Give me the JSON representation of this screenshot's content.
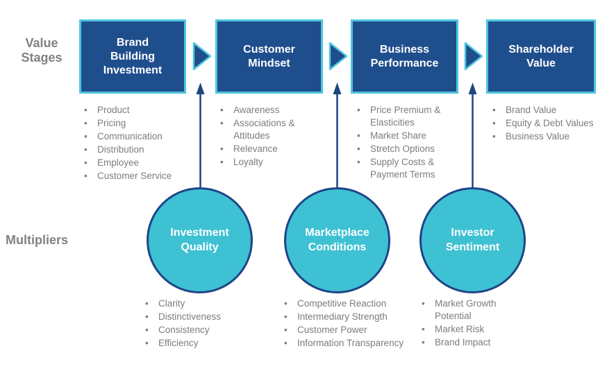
{
  "labels": {
    "value_stages": "Value Stages",
    "multipliers": "Multipliers"
  },
  "colors": {
    "stage_box_fill": "#1f4e8c",
    "stage_box_border": "#4ec5de",
    "flow_arrow_fill": "#1f4e8c",
    "flow_arrow_border": "#4ec5de",
    "up_arrow": "#1f4580",
    "circle_fill": "#3ec1d3",
    "circle_border": "#1c4587",
    "body_text": "#7b7c7e",
    "label_text": "#7f8184",
    "stage_text": "#ffffff"
  },
  "stages": [
    {
      "title": "Brand Building Investment",
      "items": [
        "Product",
        "Pricing",
        "Communication",
        "Distribution",
        "Employee",
        "Customer Service"
      ]
    },
    {
      "title": "Customer Mindset",
      "items": [
        "Awareness",
        "Associations & Attitudes",
        "Relevance",
        "Loyalty"
      ]
    },
    {
      "title": "Business Performance",
      "items": [
        "Price Premium & Elasticities",
        "Market Share",
        "Stretch Options",
        "Supply Costs & Payment Terms"
      ]
    },
    {
      "title": "Shareholder Value",
      "items": [
        "Brand Value",
        "Equity & Debt Values",
        "Business Value"
      ]
    }
  ],
  "multipliers": [
    {
      "title": "Investment Quality",
      "items": [
        "Clarity",
        "Distinctiveness",
        "Consistency",
        "Efficiency"
      ]
    },
    {
      "title": "Marketplace Conditions",
      "items": [
        "Competitive Reaction",
        "Intermediary Strength",
        "Customer Power",
        "Information Transparency"
      ]
    },
    {
      "title": "Investor Sentiment",
      "items": [
        "Market Growth Potential",
        "Market Risk",
        "Brand Impact"
      ]
    }
  ]
}
